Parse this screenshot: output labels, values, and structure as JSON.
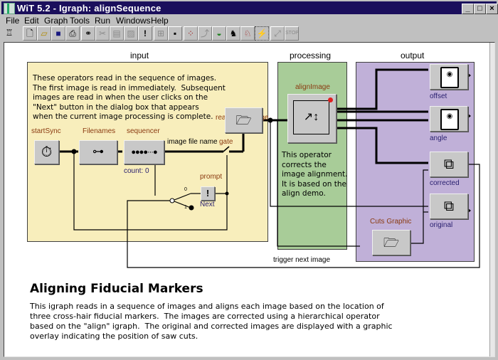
{
  "window": {
    "title": "WiT 5.2 -  Igraph: alignSequence",
    "controls": [
      "minimize",
      "maximize",
      "close"
    ]
  },
  "menubar": {
    "items": [
      {
        "label": "File"
      },
      {
        "label": "Edit"
      },
      {
        "label": "Graph"
      },
      {
        "label": "Tools"
      },
      {
        "label": "Run"
      },
      {
        "label": "Windows"
      },
      {
        "label": "Help"
      }
    ]
  },
  "toolbar": {
    "buttons": [
      {
        "name": "robot-icon",
        "enabled": true
      },
      {
        "name": "new-icon",
        "enabled": true
      },
      {
        "name": "open-icon",
        "enabled": true
      },
      {
        "name": "save-icon",
        "enabled": true
      },
      {
        "name": "print-icon",
        "enabled": true
      },
      {
        "name": "find-icon",
        "enabled": true
      },
      {
        "name": "cut-icon",
        "enabled": false
      },
      {
        "name": "copy-icon",
        "enabled": false
      },
      {
        "name": "paste-icon",
        "enabled": false
      },
      {
        "name": "exclamation-icon",
        "enabled": true
      },
      {
        "name": "hierarchy-icon",
        "enabled": false
      },
      {
        "name": "probe-icon",
        "enabled": true
      },
      {
        "name": "paw-icon",
        "enabled": true
      },
      {
        "name": "step-icon",
        "enabled": false
      },
      {
        "name": "turtle-icon",
        "enabled": true
      },
      {
        "name": "runner-icon",
        "enabled": true
      },
      {
        "name": "rabbit-icon",
        "enabled": true
      },
      {
        "name": "lightning-icon",
        "enabled": true
      },
      {
        "name": "reset-icon",
        "enabled": false
      },
      {
        "name": "stop-icon",
        "enabled": false
      }
    ]
  },
  "igraph": {
    "groups": {
      "input": "input",
      "processing": "processing",
      "output": "output"
    },
    "input_note": "These operators read in the sequence of images.\nThe first image is read in immediately.  Subsequent\nimages are read in when the user clicks on the\n\"Next\" button in the dialog box that appears\nwhen the current image processing is complete.",
    "processing_note": "This operator\ncorrects the\nimage alignment.\nIt is based on the\nalign demo.",
    "operators": {
      "startSync": "startSync",
      "filenames": "Filenames",
      "sequencer": "sequencer",
      "sequencer_status": "count: 0",
      "read_input_image": "read input image",
      "gate": "gate",
      "prompt": "prompt",
      "prompt_button": "Next",
      "align_image": "alignImage",
      "offset": "offset",
      "angle": "angle",
      "corrected": "corrected",
      "original": "original",
      "cuts_graphic": "Cuts Graphic"
    },
    "wire_labels": {
      "image_file_name": "image file name",
      "trigger_next_image": "trigger next image"
    },
    "switch_ports": {
      "zero": "0",
      "one": "1"
    }
  },
  "description": {
    "title": "Aligning Fiducial Markers",
    "body": "This igraph reads in a sequence of images and aligns each image based on the location of\nthree cross-hair fiducial markers.  The images are corrected using a hierarchical operator\nbased on the \"align\" igraph.  The original and corrected images are displayed with a graphic\noverlay indicating the position of saw cuts."
  },
  "colors": {
    "titlebar": "#1b0f5c",
    "input_panel": "#f8eebc",
    "processing_panel": "#a8cc98",
    "output_panel": "#c0b0d8",
    "operator_label": "#8a3a10",
    "status_label": "#2a2070",
    "error_dot": "#e02020"
  }
}
